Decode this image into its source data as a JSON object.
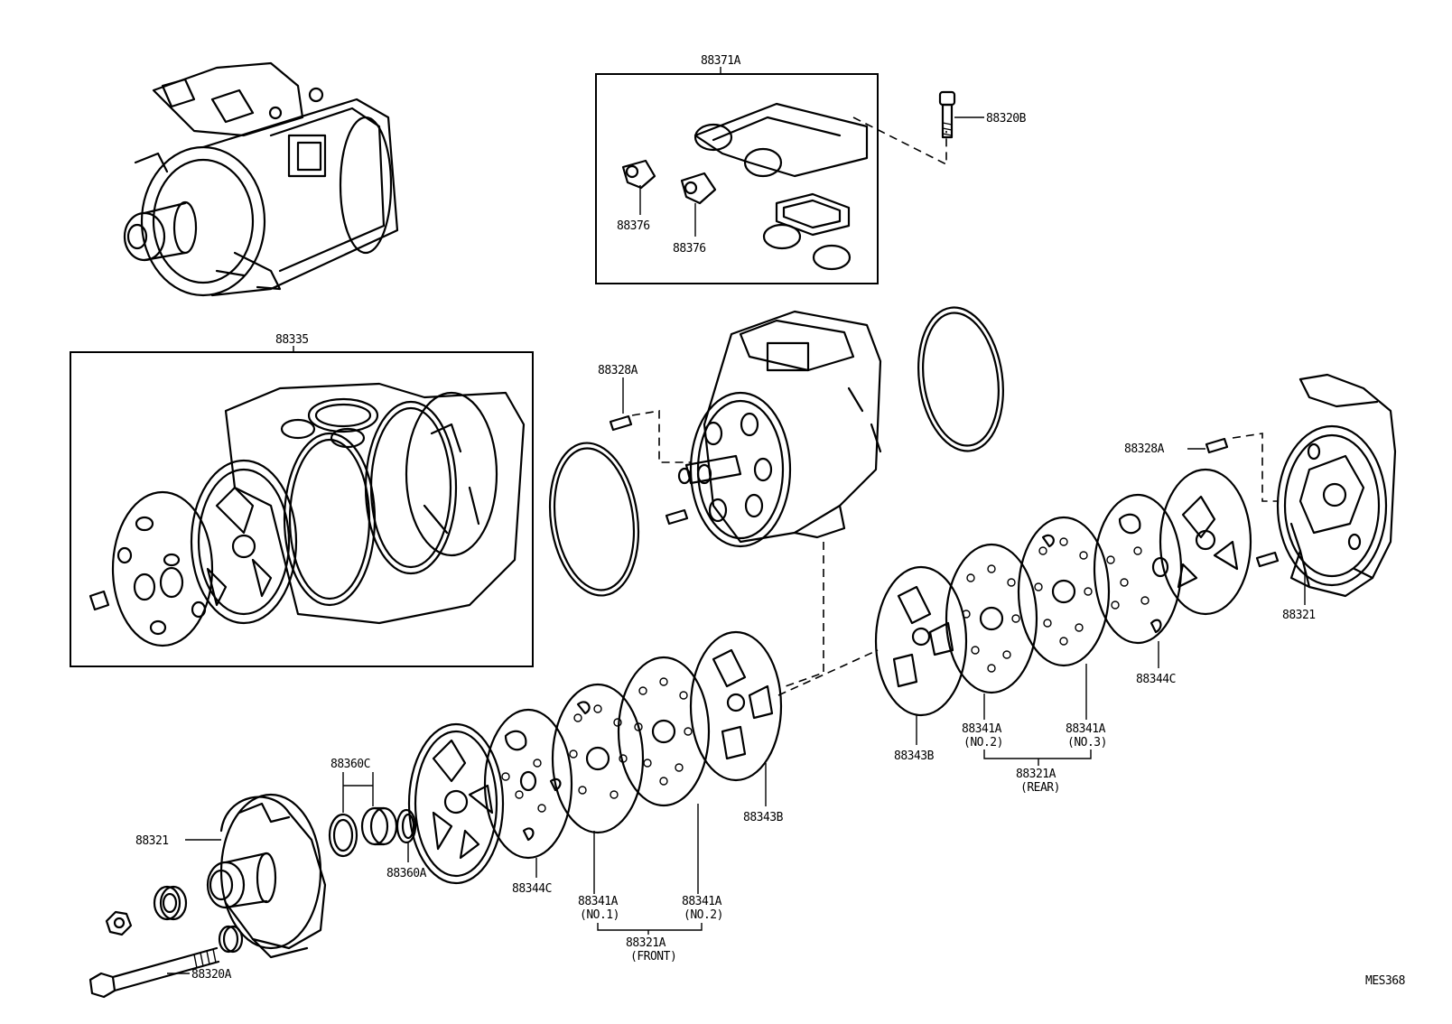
{
  "diagram": {
    "code": "MES368",
    "labels": {
      "kit_top": "88371A",
      "bolt_top": "88320B",
      "switch_a": "88376",
      "switch_b": "88376",
      "gasket_kit": "88335",
      "pin_left": "88328A",
      "pin_right": "88328A",
      "housing_rear": "88321",
      "housing_front": "88321",
      "valve_plate_344c_rear": "88344C",
      "valve_plate_344c_front": "88344C",
      "gasket_343b_rear": "88343B",
      "gasket_343b_front": "88343B",
      "rear_341a_no2_code": "88341A",
      "rear_341a_no2_sub": "(NO.2)",
      "rear_341a_no3_code": "88341A",
      "rear_341a_no3_sub": "(NO.3)",
      "rear_group_code": "88321A",
      "rear_group_sub": "(REAR)",
      "front_341a_no1_code": "88341A",
      "front_341a_no1_sub": "(NO.1)",
      "front_341a_no2_code": "88341A",
      "front_341a_no2_sub": "(NO.2)",
      "front_group_code": "88321A",
      "front_group_sub": "(FRONT)",
      "seal_set": "88360C",
      "snap_ring": "88360A",
      "bolt_bottom": "88320A"
    }
  }
}
